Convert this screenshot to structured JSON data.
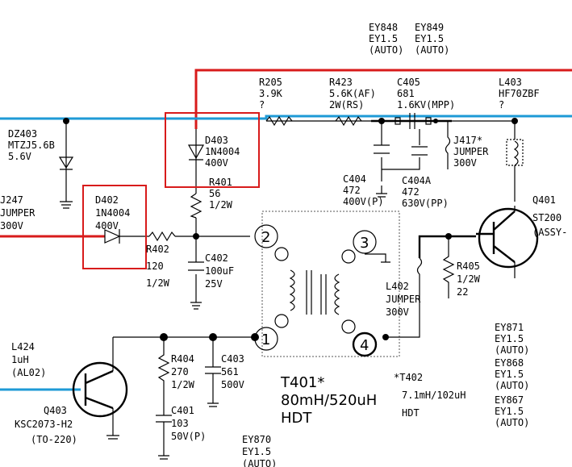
{
  "labels": {
    "ey848": "EY848",
    "ey848_v": "EY1.5",
    "ey848_auto": "(AUTO)",
    "ey849": "EY849",
    "ey849_v": "EY1.5",
    "ey849_auto": "(AUTO)",
    "r205": "R205",
    "r205_v": "3.9K",
    "r205_q": "?",
    "r423": "R423",
    "r423_v": "5.6K(AF)",
    "r423_w": "2W(RS)",
    "c405": "C405",
    "c405_v": "681",
    "c405_kv": "1.6KV(MPP)",
    "l403": "L403",
    "l403_v": "HF70ZBF",
    "l403_q": "?",
    "dz403": "DZ403",
    "dz403_v": "MTZJ5.6B",
    "dz403_volt": "5.6V",
    "d403": "D403",
    "d403_v": "1N4004",
    "d403_volt": "400V",
    "r401": "R401",
    "r401_v": "56",
    "r401_w": "1/2W",
    "j417": "J417*",
    "j417_v": "JUMPER",
    "j417_volt": "300V",
    "c404": "C404",
    "c404_v": "472",
    "c404_volt": "400V(P)",
    "c404a": "C404A",
    "c404a_v": "472",
    "c404a_volt": "630V(PP)",
    "q401": "Q401",
    "q401_v": "ST200",
    "q401_assy": "(ASSY-",
    "j247": "J247",
    "j247_v": "JUMPER",
    "j247_volt": "300V",
    "d402": "D402",
    "d402_v": "1N4004",
    "d402_volt": "400V",
    "r402": "R402",
    "r402_v": "120",
    "r402_w": "1/2W",
    "c402": "C402",
    "c402_v": "100uF",
    "c402_volt": "25V",
    "r405": "R405",
    "r405_w": "1/2W",
    "r405_v": "22",
    "l402": "L402",
    "l402_v": "JUMPER",
    "l402_volt": "300V",
    "l424": "L424",
    "l424_v": "1uH",
    "l424_p": "(AL02)",
    "r404": "R404",
    "r404_v": "270",
    "r404_w": "1/2W",
    "c403": "C403",
    "c403_v": "561",
    "c403_volt": "500V",
    "c401": "C401",
    "c401_v": "103",
    "c401_volt": "50V(P)",
    "q403": "Q403",
    "q403_v": "KSC2073-H2",
    "q403_p": "(TO-220)",
    "t401": "T401*",
    "t401_v": "80mH/520uH",
    "t401_hdt": "HDT",
    "t402": "*T402",
    "t402_v": "7.1mH/102uH",
    "t402_hdt": "HDT",
    "ey870": "EY870",
    "ey870_v": "EY1.5",
    "ey870_auto": "(AUTO)",
    "ey871": "EY871",
    "ey871_v": "EY1.5",
    "ey871_auto": "(AUTO)",
    "ey868": "EY868",
    "ey868_v": "EY1.5",
    "ey868_auto": "(AUTO)",
    "ey867": "EY867",
    "ey867_v": "EY1.5",
    "ey867_auto": "(AUTO)",
    "pin1": "1",
    "pin2": "2",
    "pin3": "3",
    "pin4": "4"
  },
  "colors": {
    "highlight_red": "#d81b1b",
    "wire_blue": "#1e9ad6",
    "ink": "#000000"
  }
}
